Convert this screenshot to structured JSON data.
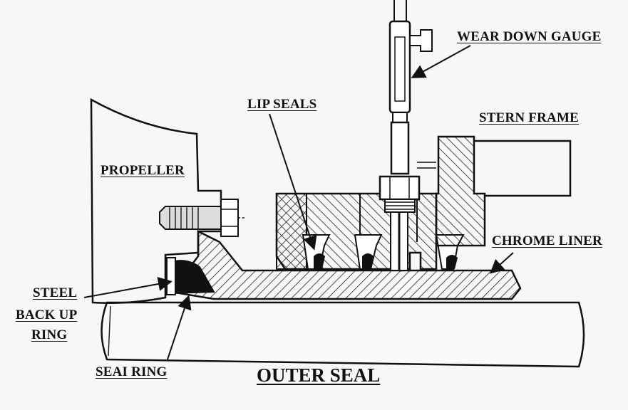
{
  "labels": {
    "wear_down_gauge": "WEAR DOWN GAUGE",
    "lip_seals": "LIP SEALS",
    "stern_frame": "STERN FRAME",
    "propeller": "PROPELLER",
    "chrome_liner": "CHROME LINER",
    "steel": "STEEL",
    "back_up": "BACK UP",
    "ring": "RING",
    "seal_ring": "SEAI RING",
    "outer_seal": "OUTER SEAL"
  }
}
